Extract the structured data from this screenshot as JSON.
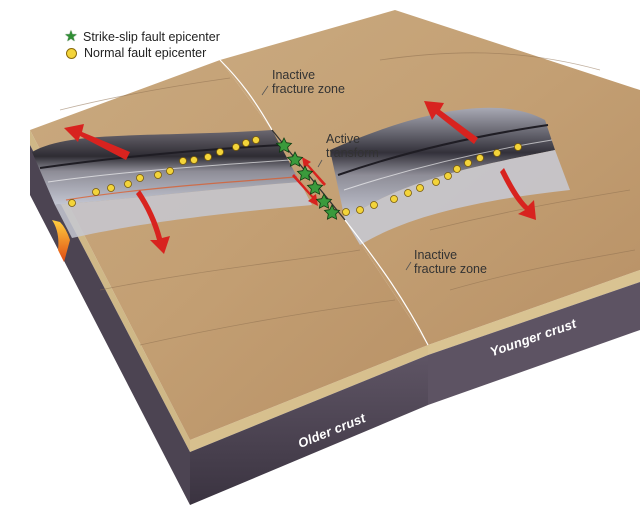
{
  "legend": {
    "strike_slip": "Strike-slip fault epicenter",
    "normal": "Normal fault epicenter"
  },
  "labels": {
    "inactive_top_1": "Inactive",
    "inactive_top_2": "fracture zone",
    "active_1": "Active",
    "active_2": "transform",
    "inactive_bottom_1": "Inactive",
    "inactive_bottom_2": "fracture zone",
    "older_crust": "Older crust",
    "younger_crust": "Younger crust"
  },
  "colors": {
    "crust_top": "#c7a67c",
    "crust_side_left": "#4f4654",
    "crust_side_front": "#5a5060",
    "ridge_dark": "#3a3840",
    "ridge_light": "#b9bcc8",
    "arrow": "#d8231f",
    "epicenter_dot": "#f3d43a",
    "epicenter_star": "#2f8f34"
  }
}
